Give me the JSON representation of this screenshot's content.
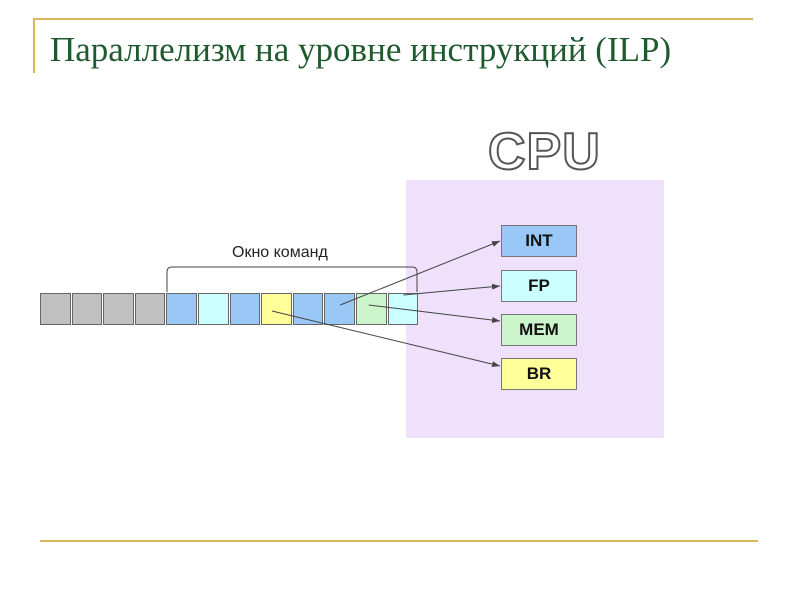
{
  "title": "Параллелизм на уровне инструкций (ILP)",
  "cpu_label": "CPU",
  "window_label": "Окно команд",
  "units": [
    {
      "label": "INT",
      "color": "#99c8f7"
    },
    {
      "label": "FP",
      "color": "#ccffff"
    },
    {
      "label": "MEM",
      "color": "#ccf5cc"
    },
    {
      "label": "BR",
      "color": "#ffff99"
    }
  ],
  "cells": [
    "#c0c0c0",
    "#c0c0c0",
    "#c0c0c0",
    "#c0c0c0",
    "#99c8f7",
    "#ccffff",
    "#99c8f7",
    "#ffff99",
    "#99c8f7",
    "#99c8f7",
    "#ccf5cc",
    "#ccffff"
  ],
  "dispatch": [
    {
      "cell": 9,
      "unit": "INT"
    },
    {
      "cell": 11,
      "unit": "FP"
    },
    {
      "cell": 10,
      "unit": "MEM"
    },
    {
      "cell": 7,
      "unit": "BR"
    }
  ]
}
